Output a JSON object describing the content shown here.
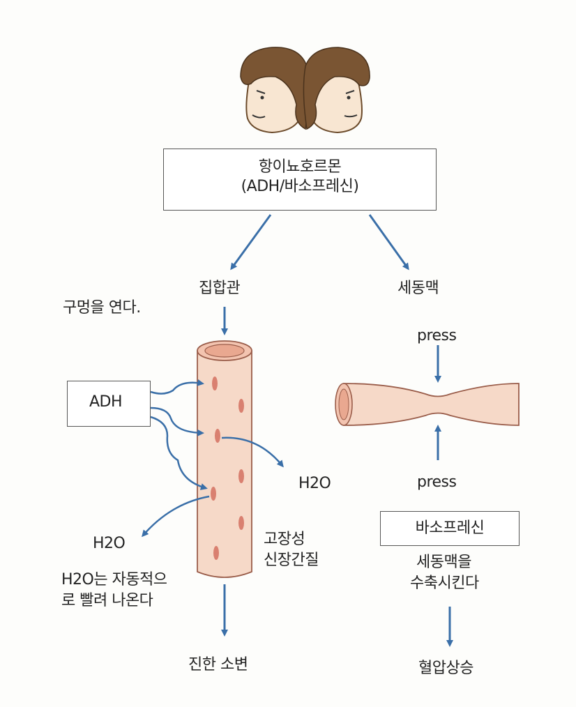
{
  "hormone_box": {
    "line1": "항이뇨호르몬",
    "line2": "(ADH/바소프레신)"
  },
  "collecting_duct": {
    "label": "집합관",
    "note": "구멍을 연다.",
    "adh_label": "ADH",
    "water_right": "H2O",
    "water_left": "H2O",
    "water_note_line1": "H2O는 자동적으",
    "water_note_line2": "로 빨려 나온다",
    "interstitium_line1": "고장성",
    "interstitium_line2": "신장간질",
    "result": "진한 소변"
  },
  "arteriole": {
    "label": "세동맥",
    "press_top": "press",
    "press_bottom": "press",
    "vasopressin_label": "바소프레신",
    "effect_line1": "세동맥을",
    "effect_line2": "수축시킨다",
    "result": "혈압상승"
  },
  "colors": {
    "arrow": "#3a6fa8",
    "tube_fill": "#f6d9c8",
    "tube_stroke": "#9a5d4a",
    "pore": "#d98070",
    "hair": "#6b4a2a",
    "skin": "#f8e6d2"
  },
  "icons": [
    "two-faces-icon"
  ]
}
